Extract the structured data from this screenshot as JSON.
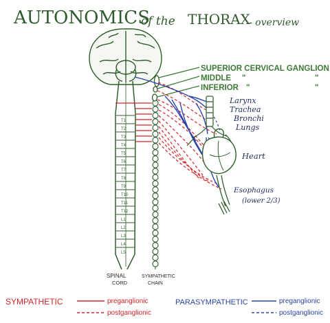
{
  "title": {
    "main": "AUTONOMICS",
    "of_the": "of the",
    "thorax": "THORAX",
    "suffix": "- overview"
  },
  "ganglia": {
    "superior": "SUPERIOR CERVICAL GANGLION",
    "middle": "MIDDLE",
    "inferior": "INFERIOR",
    "ditto": "\""
  },
  "organs": {
    "larynx": "Larynx",
    "trachea": "Trachea",
    "bronchi": "Bronchi",
    "lungs": "Lungs",
    "heart": "Heart",
    "esophagus": "Esophagus",
    "esophagus_note": "(lower 2/3)"
  },
  "column_labels": {
    "spinal_cord_1": "SPINAL",
    "spinal_cord_2": "CORD",
    "chain_1": "SYMPATHETIC",
    "chain_2": "CHAIN"
  },
  "vertebra_labels": [
    "T1",
    "T2",
    "T3",
    "T4",
    "T5",
    "T6",
    "T7",
    "T8",
    "T9",
    "T10",
    "T11",
    "T12",
    "L1",
    "L2",
    "L3",
    "L4",
    "L5"
  ],
  "legend": {
    "sympathetic": "SYMPATHETIC",
    "parasympathetic": "PARASYMPATHETIC",
    "preganglionic": "preganglionic",
    "postganglionic": "postganglionic"
  },
  "colors": {
    "title": "#2f5a2c",
    "spinal": "#2e5e2a",
    "ganglion_label": "#3c7a35",
    "sympathetic": "#d2242a",
    "parasympathetic": "#2b44a6",
    "organ_label": "#23305f"
  }
}
